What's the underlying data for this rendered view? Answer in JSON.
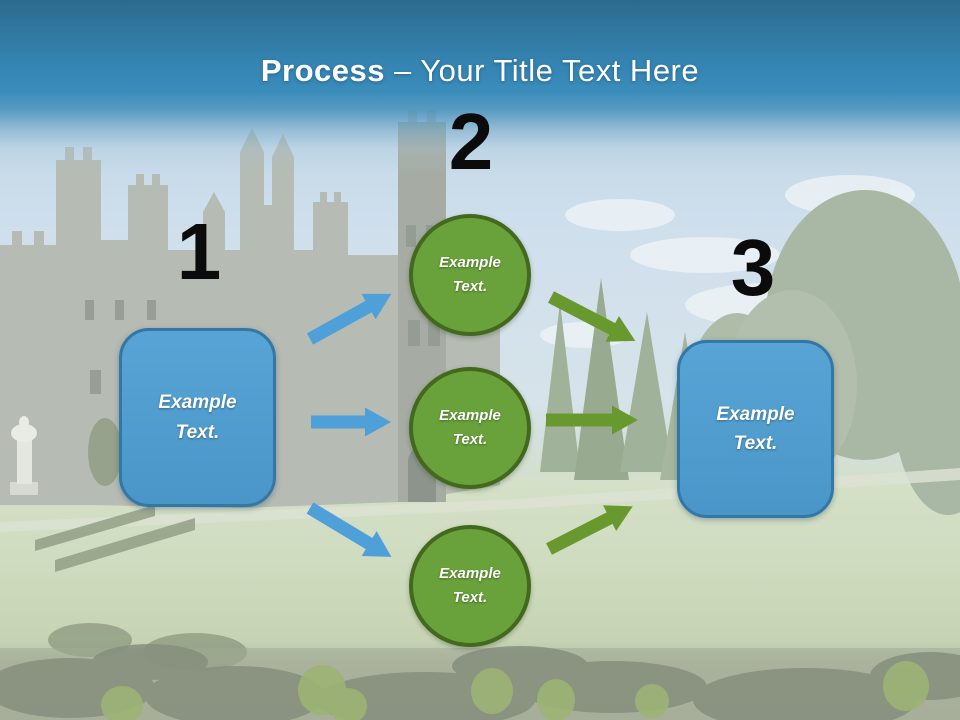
{
  "title": {
    "bold": "Process",
    "rest": "– Your Title Text Here"
  },
  "steps": [
    {
      "number": "1",
      "shape": "rounded-rectangle",
      "label": "Example Text."
    },
    {
      "number": "2",
      "shape": "circle-group",
      "items": [
        {
          "label": "Example Text."
        },
        {
          "label": "Example Text."
        },
        {
          "label": "Example Text."
        }
      ]
    },
    {
      "number": "3",
      "shape": "rounded-rectangle",
      "label": "Example Text."
    }
  ],
  "colors": {
    "header_blue": "#3585b4",
    "title_color": "#ffffff",
    "number_color": "#0b0b0b",
    "box_fill": "#4f9dce",
    "box_border": "#3377a5",
    "circle_fill": "#69a23a",
    "circle_border": "#43691f",
    "arrow_blue": "#4f9fd8",
    "arrow_green": "#68992f"
  }
}
